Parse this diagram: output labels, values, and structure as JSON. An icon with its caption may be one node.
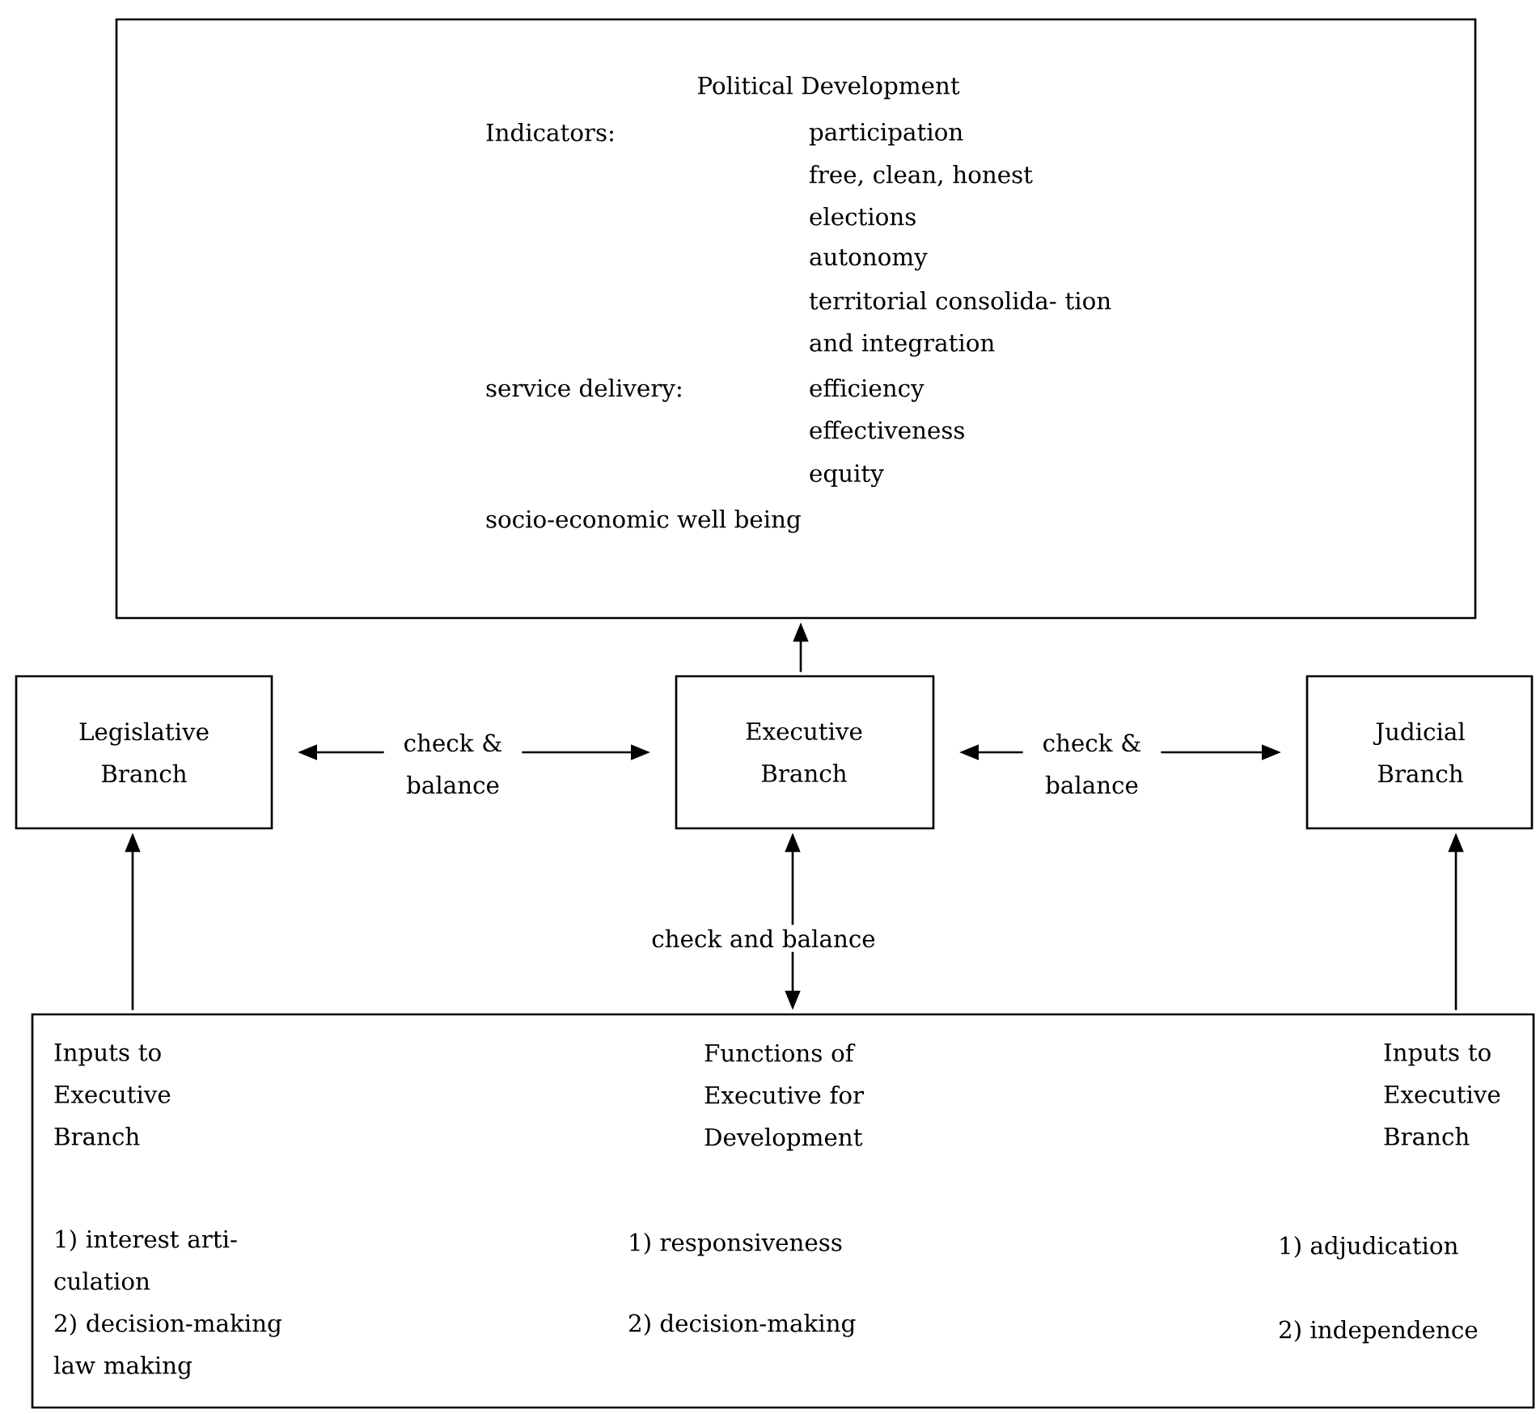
{
  "diagram": {
    "nodes": [
      {
        "text": [
          "Political Development",
          "Indicators:",
          "participation",
          "free, clean, honest elections",
          "autonomy",
          "territorial consolida- tion and integration",
          "service delivery:",
          "efficiency",
          "effectiveness",
          "equity",
          "socio-economic well being"
        ]
      },
      {
        "text": [
          "Legislative Branch"
        ]
      },
      {
        "text": [
          "Executive Branch"
        ]
      },
      {
        "text": [
          "Judicial Branch"
        ]
      },
      {
        "text": [
          "Inputs to Executive Branch",
          "1) interest arti- culation",
          "2) decision-making law making",
          "Functions of Executive for Development",
          "1) responsiveness",
          "2) decision-making",
          "Inputs to Executive Branch",
          "1) adjudication",
          "2) independence"
        ]
      }
    ],
    "edges": [
      {
        "from": 2,
        "to": 0,
        "arrow": "to"
      },
      {
        "from": 1,
        "to": 2,
        "arrow": "both",
        "label": "check & balance"
      },
      {
        "from": 2,
        "to": 3,
        "arrow": "both",
        "label": "check & balance"
      },
      {
        "from": 4,
        "to": 1,
        "arrow": "to"
      },
      {
        "from": 2,
        "to": 4,
        "arrow": "both",
        "label": "check and balance"
      },
      {
        "from": 4,
        "to": 3,
        "arrow": "to"
      }
    ]
  }
}
